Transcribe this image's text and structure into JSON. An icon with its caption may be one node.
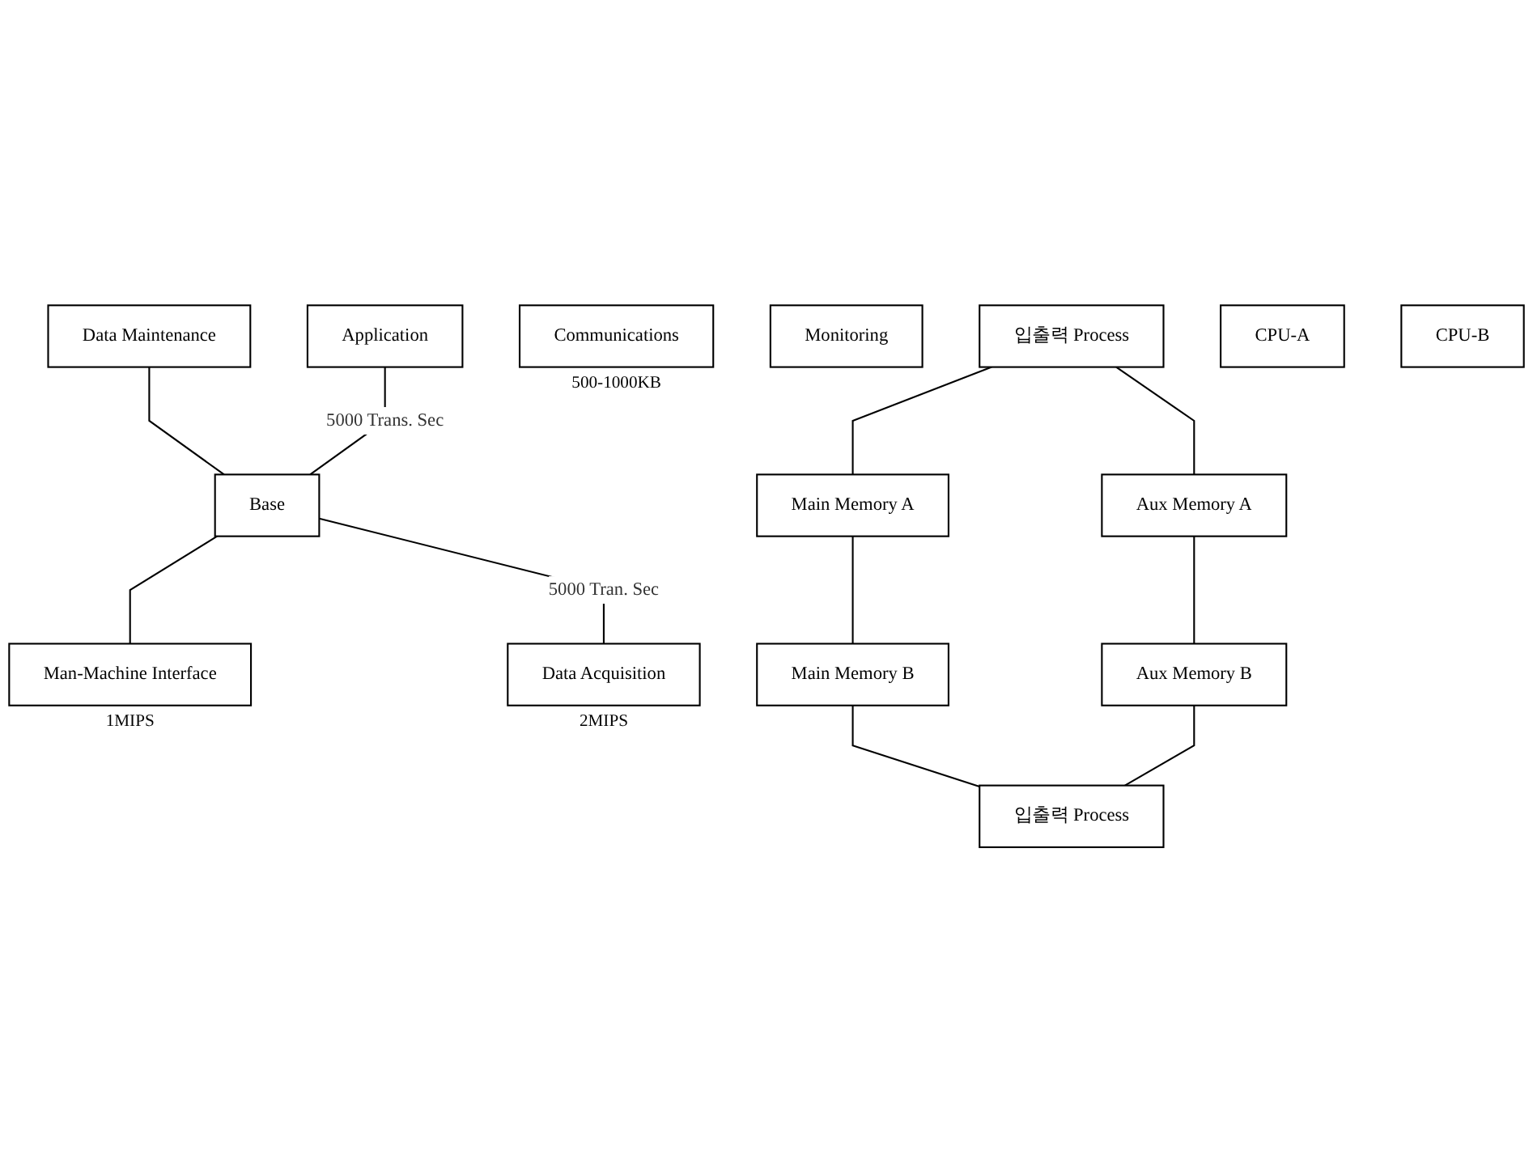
{
  "diagram": {
    "nodes": [
      {
        "text": [
          "Data Maintenance"
        ]
      },
      {
        "text": [
          "Application"
        ]
      },
      {
        "text": [
          "Base"
        ]
      },
      {
        "text": [
          "Man-Machine Interface"
        ],
        "beside": [
          "1MIPS"
        ]
      },
      {
        "text": [
          "Communications"
        ],
        "beside": [
          "500-1000KB"
        ]
      },
      {
        "text": [
          "Data Acquisition"
        ],
        "beside": [
          "2MIPS"
        ]
      },
      {
        "text": [
          "Monitoring"
        ]
      },
      {
        "text": [
          "Main Memory A"
        ]
      },
      {
        "text": [
          "Main Memory B"
        ]
      },
      {
        "text": [
          "입출력 Process"
        ]
      },
      {
        "text": [
          "CPU-A"
        ]
      },
      {
        "text": [
          "CPU-B"
        ]
      },
      {
        "text": [
          "입출력 Process"
        ]
      },
      {
        "text": [
          "Aux Memory A"
        ]
      },
      {
        "text": [
          "Aux Memory B"
        ]
      }
    ],
    "edges": [
      {
        "from": 0,
        "to": 2,
        "arrow": "none"
      },
      {
        "from": 1,
        "to": 2,
        "arrow": "none",
        "label": "5000 Trans. Sec"
      },
      {
        "from": 2,
        "to": 3,
        "arrow": "none"
      },
      {
        "from": 2,
        "to": 5,
        "arrow": "none",
        "label": "5000 Tran. Sec"
      },
      {
        "from": 9,
        "to": 7,
        "arrow": "none"
      },
      {
        "from": 7,
        "to": 8,
        "arrow": "none"
      },
      {
        "from": 8,
        "to": 12,
        "arrow": "none"
      },
      {
        "from": 9,
        "to": 13,
        "arrow": "none"
      },
      {
        "from": 13,
        "to": 14,
        "arrow": "none"
      },
      {
        "from": 14,
        "to": 12,
        "arrow": "none"
      }
    ]
  }
}
